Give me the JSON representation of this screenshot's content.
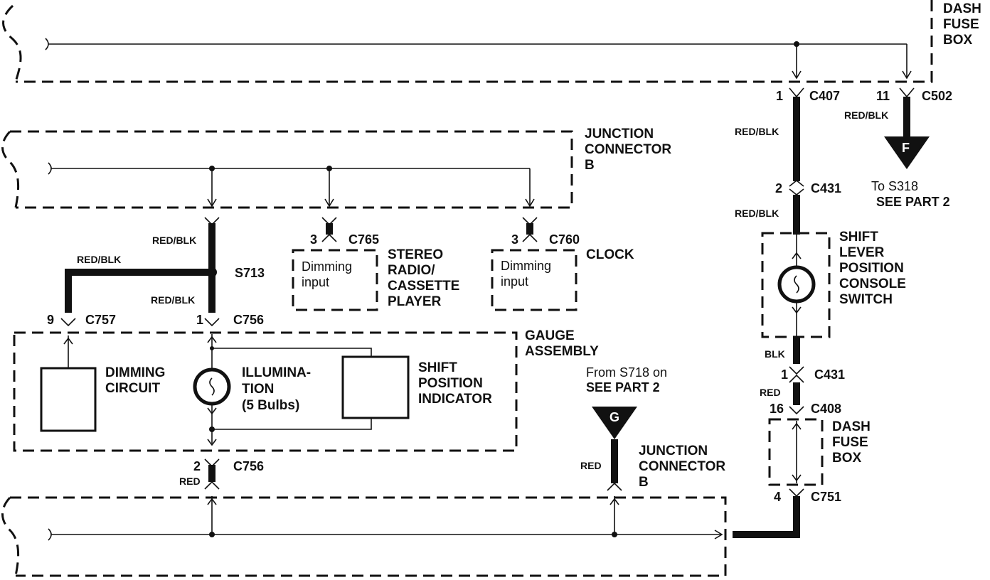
{
  "components": {
    "dash_fuse_box_top": [
      "DASH",
      "FUSE",
      "BOX"
    ],
    "dash_fuse_box_right": [
      "DASH",
      "FUSE",
      "BOX"
    ],
    "junction_connector_top": [
      "JUNCTION",
      "CONNECTOR",
      "B"
    ],
    "junction_connector_bottom": [
      "JUNCTION",
      "CONNECTOR",
      "B"
    ],
    "stereo": [
      "STEREO",
      "RADIO/",
      "CASSETTE",
      "PLAYER"
    ],
    "clock": "CLOCK",
    "gauge_assembly": [
      "GAUGE",
      "ASSEMBLY"
    ],
    "dimming_circuit": [
      "DIMMING",
      "CIRCUIT"
    ],
    "illumination": [
      "ILLUMINA-",
      "TION",
      "(5 Bulbs)"
    ],
    "shift_position_indicator": [
      "SHIFT",
      "POSITION",
      "INDICATOR"
    ],
    "shift_lever_switch": [
      "SHIFT",
      "LEVER",
      "POSITION",
      "CONSOLE",
      "SWITCH"
    ],
    "dimming_input_stereo": [
      "Dimming",
      "input"
    ],
    "dimming_input_clock": [
      "Dimming",
      "input"
    ]
  },
  "connectors": {
    "c407": {
      "pin": "1",
      "name": "C407"
    },
    "c502": {
      "pin": "11",
      "name": "C502"
    },
    "c431_upper": {
      "pin": "2",
      "name": "C431"
    },
    "c431_lower": {
      "pin": "1",
      "name": "C431"
    },
    "c408": {
      "pin": "16",
      "name": "C408"
    },
    "c751": {
      "pin": "4",
      "name": "C751"
    },
    "c765": {
      "pin": "3",
      "name": "C765"
    },
    "c760": {
      "pin": "3",
      "name": "C760"
    },
    "c757": {
      "pin": "9",
      "name": "C757"
    },
    "c756_upper": {
      "pin": "1",
      "name": "C756"
    },
    "c756_lower": {
      "pin": "2",
      "name": "C756"
    },
    "s713": "S713"
  },
  "wire_colors": {
    "red_blk": "RED/BLK",
    "blk": "BLK",
    "red": "RED"
  },
  "references": {
    "to_s318": [
      "To S318",
      "SEE PART 2"
    ],
    "from_s718": [
      "From S718 on",
      "SEE PART 2"
    ],
    "flag_f": "F",
    "flag_g": "G"
  }
}
